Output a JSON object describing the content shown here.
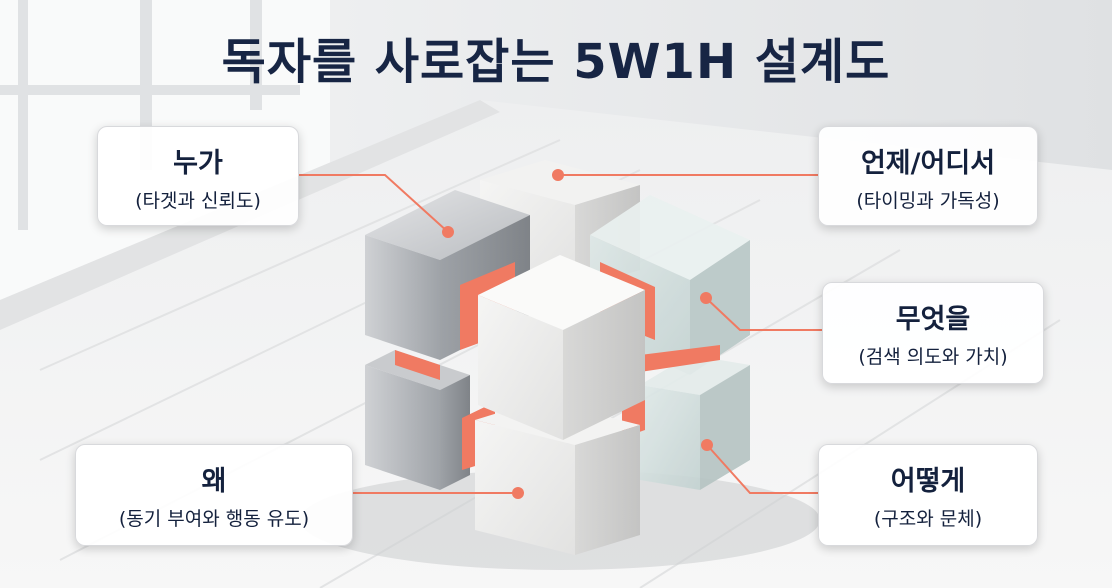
{
  "title": "독자를 사로잡는 5W1H 설계도",
  "colors": {
    "title": "#172544",
    "accent": "#f07860",
    "label_text": "#14213d"
  },
  "labels": {
    "who": {
      "main": "누가",
      "sub": "(타겟과 신뢰도)"
    },
    "when": {
      "main": "언제/어디서",
      "sub": "(타이밍과 가독성)"
    },
    "what": {
      "main": "무엇을",
      "sub": "(검색 의도와 가치)"
    },
    "why": {
      "main": "왜",
      "sub": "(동기 부여와 행동 유도)"
    },
    "how": {
      "main": "어떻게",
      "sub": "(구조와 문체)"
    }
  }
}
